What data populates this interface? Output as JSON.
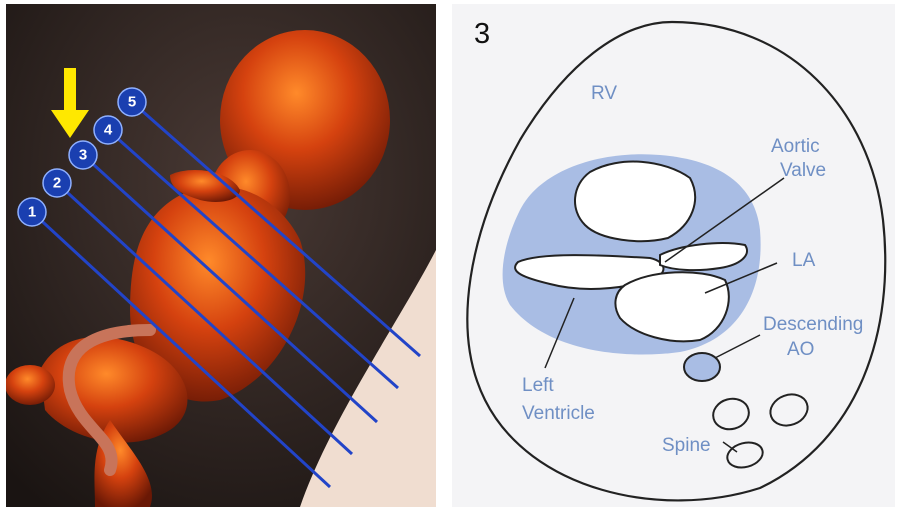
{
  "left_panel": {
    "plane_labels": [
      "1",
      "2",
      "3",
      "4",
      "5"
    ],
    "highlighted_plane": "3",
    "colors": {
      "plane_line": "#2244c8",
      "plane_marker": "#1a3fb0",
      "arrow": "#ffe800",
      "background": "#2b2220",
      "fetus": "#d5420f"
    }
  },
  "right_panel": {
    "panel_number": "3",
    "labels": {
      "rv": "RV",
      "aortic_valve_line1": "Aortic",
      "aortic_valve_line2": "Valve",
      "la": "LA",
      "descending_ao_line1": "Descending",
      "descending_ao_line2": "AO",
      "left_ventricle_line1": "Left",
      "left_ventricle_line2": "Ventricle",
      "spine": "Spine"
    },
    "colors": {
      "label": "#6f8fc4",
      "heart_fill": "#a9bde4",
      "outline": "#222222",
      "paper": "#f4f4f6"
    }
  }
}
